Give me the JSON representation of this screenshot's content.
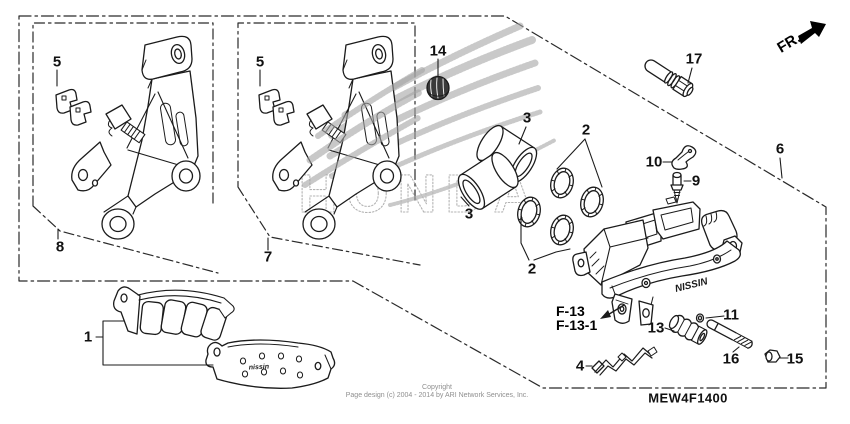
{
  "diagram": {
    "code": "MEW4F1400",
    "direction_label": "FR.",
    "watermark_text": "HONDA",
    "caliper_brand": "NISSIN",
    "pad_brand": "nissin",
    "frame_refs": {
      "f13": "F-13",
      "f13_1": "F-13-1"
    },
    "footer": {
      "line1": "Copyright",
      "line2": "Page design (c) 2004 - 2014 by ARI Network Services, Inc."
    },
    "colors": {
      "line": "#1b1b1b",
      "watermark": "#9a9a9a",
      "footer_text": "#8f8f8f"
    }
  },
  "labels": {
    "p1": "1",
    "p2_upper": "2",
    "p2_lower": "2",
    "p3_upper": "3",
    "p3_lower": "3",
    "p4": "4",
    "p5_left": "5",
    "p5_right": "5",
    "p6": "6",
    "p7": "7",
    "p8": "8",
    "p9": "9",
    "p10": "10",
    "p11": "11",
    "p13": "13",
    "p14": "14",
    "p15": "15",
    "p16": "16",
    "p17": "17"
  }
}
